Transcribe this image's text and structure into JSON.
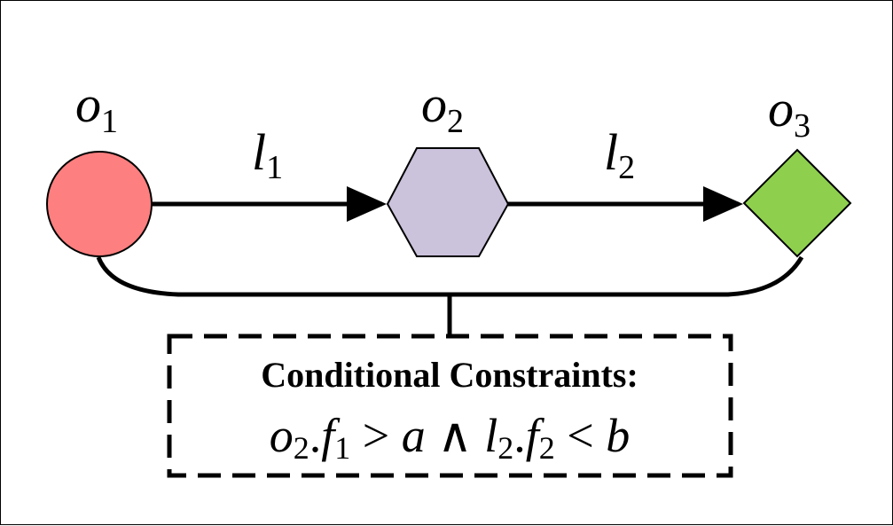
{
  "nodes": [
    {
      "id": "o1",
      "base": "o",
      "sub": "1",
      "shape": "circle",
      "fill": "#fd7f7f"
    },
    {
      "id": "o2",
      "base": "o",
      "sub": "2",
      "shape": "hexagon",
      "fill": "#cbc2dc"
    },
    {
      "id": "o3",
      "base": "o",
      "sub": "3",
      "shape": "diamond",
      "fill": "#8ed04e"
    }
  ],
  "edges": [
    {
      "id": "l1",
      "base": "l",
      "sub": "1",
      "from": "o1",
      "to": "o2"
    },
    {
      "id": "l2",
      "base": "l",
      "sub": "2",
      "from": "o2",
      "to": "o3"
    }
  ],
  "constraint_box": {
    "title": "Conditional Constraints:",
    "expression": {
      "o": "o",
      "o_sub": "2",
      "dot1": ".",
      "f": "f",
      "f1_sub": "1",
      "gt": " > ",
      "a": "a",
      "and": " ∧ ",
      "l": "l",
      "l_sub": "2",
      "dot2": ".",
      "f2": "f",
      "f2_sub": "2",
      "lt": " < ",
      "b": "b"
    },
    "border_style": "dashed"
  }
}
